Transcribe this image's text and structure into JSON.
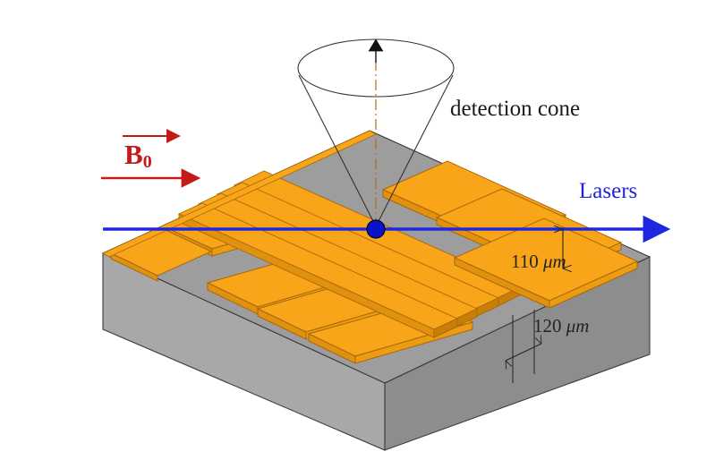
{
  "figure": {
    "title": "Surface ion trap chip schematic",
    "type": "3d-isometric-diagram"
  },
  "labels": {
    "detection_cone": "detection cone",
    "lasers": "Lasers",
    "magnetic_field": "B",
    "magnetic_field_sub": "0",
    "dimension_ion_height": "110",
    "dimension_ion_height_unit": "μm",
    "dimension_substrate": "120",
    "dimension_substrate_unit": "μm"
  },
  "colors": {
    "gold_top": "#f9a51a",
    "gold_top_light": "#fcb131",
    "gold_side": "#e8920d",
    "gold_edge": "#b36a06",
    "substrate_top": "#9a9a9a",
    "substrate_front_left": "#a6a6a6",
    "substrate_front_right": "#8e8e8e",
    "substrate_edge": "#3a3a3a",
    "laser_blue": "#1f28e0",
    "ion_dot": "#0a13c8",
    "field_red": "#c41a1a",
    "cone_line": "#3a3028",
    "axis_dashdot": "#c06a10",
    "text_dark": "#1a1a1a"
  },
  "elements": {
    "ion_dot_label": "trapped-ion",
    "cone_axis_label": "optical-axis",
    "laser_beam_label": "laser-beam-axis",
    "b_field_label": "magnetic-field-vector"
  }
}
